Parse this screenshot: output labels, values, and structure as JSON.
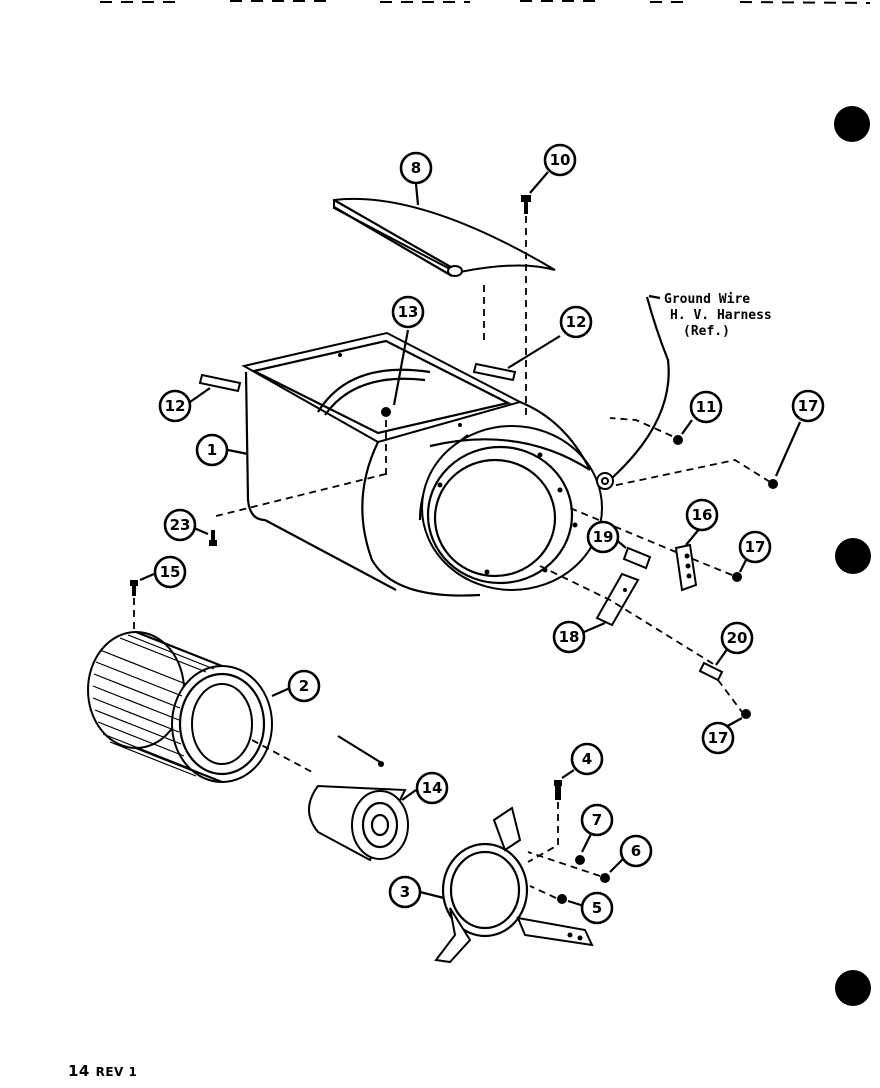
{
  "callouts": {
    "c1": "1",
    "c2": "2",
    "c3": "3",
    "c4": "4",
    "c5": "5",
    "c6": "6",
    "c7": "7",
    "c8": "8",
    "c10": "10",
    "c11": "11",
    "c12a": "12",
    "c12b": "12",
    "c13": "13",
    "c14": "14",
    "c15": "15",
    "c16": "16",
    "c17a": "17",
    "c17b": "17",
    "c17c": "17",
    "c18": "18",
    "c19": "19",
    "c20": "20",
    "c23": "23"
  },
  "note": {
    "line1": "Ground Wire",
    "line2": "H. V. Harness",
    "line3": "(Ref.)"
  },
  "footer": {
    "page": "14",
    "rev": "REV 1"
  }
}
